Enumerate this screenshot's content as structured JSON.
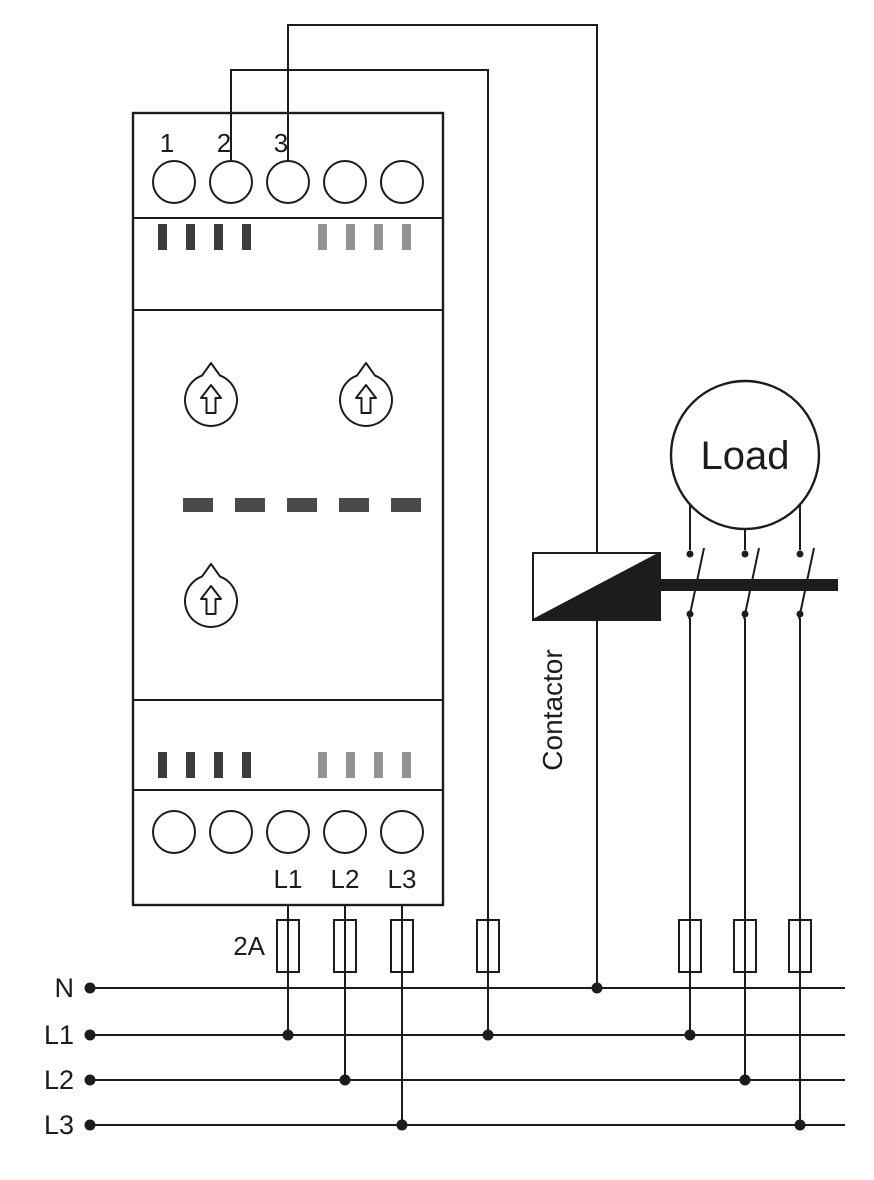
{
  "diagram": {
    "device": {
      "top_terminals": [
        "1",
        "2",
        "3"
      ],
      "bottom_terminals": [
        "L1",
        "L2",
        "L3"
      ]
    },
    "fuse_label": "2A",
    "contactor_label": "Contactor",
    "load_label": "Load",
    "rails": {
      "n": "N",
      "l1": "L1",
      "l2": "L2",
      "l3": "L3"
    },
    "colors": {
      "line": "#1c1c1c",
      "tick_dark": "#3c3c3c",
      "tick_light": "#949494",
      "dash_segment": "#4a4a4a",
      "background": "#ffffff"
    }
  }
}
